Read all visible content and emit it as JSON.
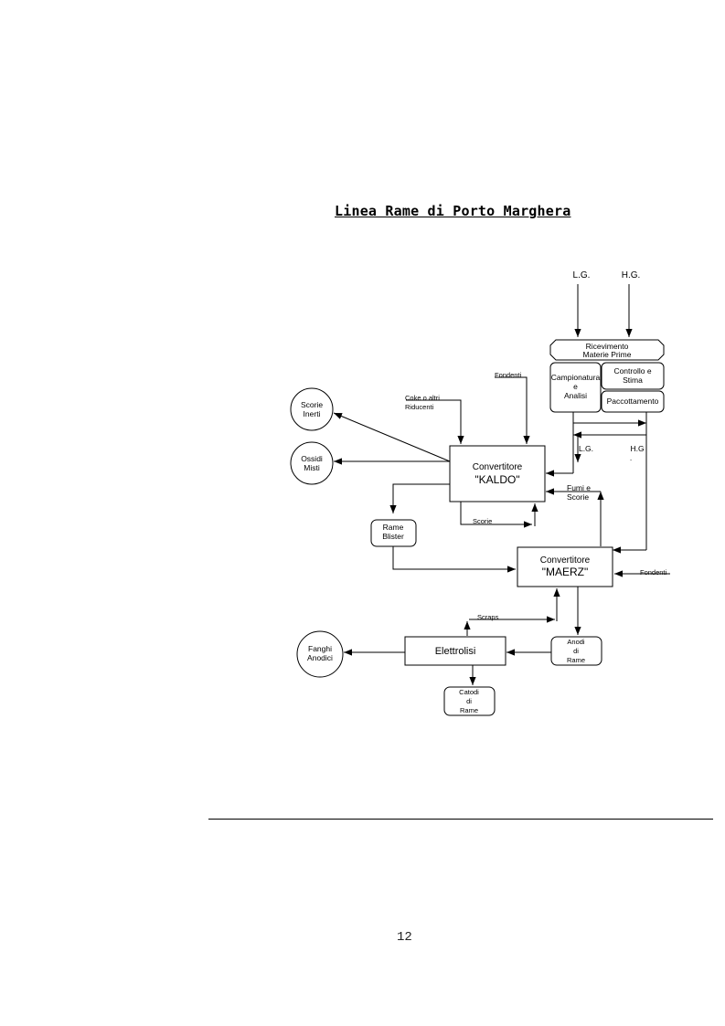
{
  "document": {
    "title": "Linea Rame di Porto Marghera",
    "page_number": "12"
  },
  "diagram": {
    "inputs": {
      "lg": "L.G.",
      "hg": "H.G."
    },
    "ricevimento": [
      "Ricevimento",
      "Materie Prime"
    ],
    "campionatura": [
      "Campionatura",
      "e",
      "Analisi"
    ],
    "controllo": [
      "Controllo e",
      "Stima"
    ],
    "paccottamento": "Paccottamento",
    "fondenti_top": "Fondenti",
    "coke": [
      "Coke o altri",
      "Riducenti"
    ],
    "scorie_inerti": [
      "Scorie",
      "Inerti"
    ],
    "ossidi_misti": [
      "Ossidi",
      "Misti"
    ],
    "kaldo": [
      "Convertitore",
      "\"KALDO\""
    ],
    "lg_mid": "L.G.",
    "hg_mid": [
      "H.G",
      "."
    ],
    "fumi": [
      "Fumi e",
      "Scorie"
    ],
    "scorie_loop": "Scorie",
    "rame_blister": [
      "Rame",
      "Blister"
    ],
    "maerz": [
      "Convertitore",
      "\"MAERZ\""
    ],
    "fondenti_right": "Fondenti",
    "scraps": "Scraps",
    "elettrolisi": "Elettrolisi",
    "anodi": [
      "Anodi",
      "di",
      "Rame"
    ],
    "fanghi": [
      "Fanghi",
      "Anodici"
    ],
    "catodi": [
      "Catodi",
      "di",
      "Rame"
    ]
  }
}
